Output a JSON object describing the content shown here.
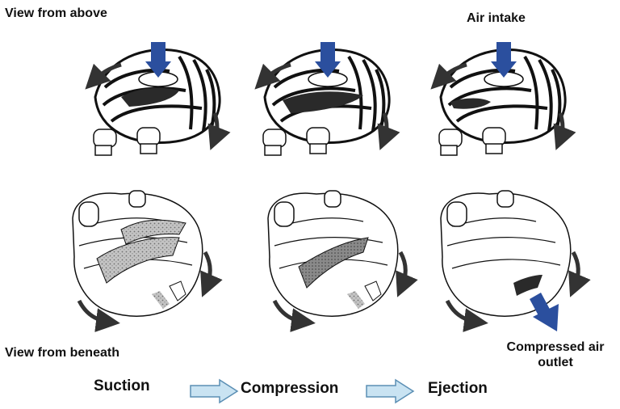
{
  "labels": {
    "view_from_above": "View from above",
    "air_intake": "Air intake",
    "view_from_beneath": "View from beneath",
    "compressed_air_outlet": "Compressed air outlet"
  },
  "stages": [
    "Suction",
    "Compression",
    "Ejection"
  ],
  "colors": {
    "flow_arrow": "#2b4f9e",
    "stage_arrow_fill": "#c9e3f2",
    "stage_arrow_stroke": "#5b8fb4",
    "trapped_air_dark": "#2a2a2a",
    "trapped_air_stipple": "#9a9a9a",
    "rotation_arrow": "#333333"
  }
}
